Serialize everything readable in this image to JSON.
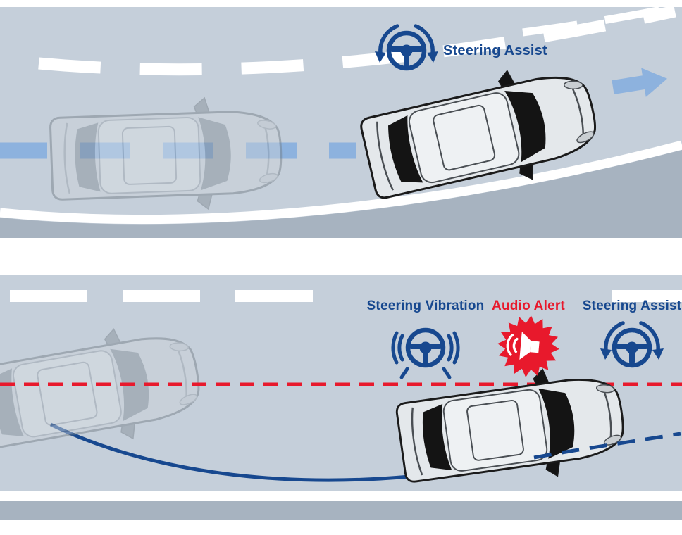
{
  "colors": {
    "deep_blue": "#17488f",
    "light_blue": "#8db2de",
    "alert_red": "#e8192c",
    "panel_background": "#c5cfda",
    "road_shoulder_gray": "#a7b3c0",
    "lane_marking_white": "#ffffff"
  },
  "top_panel": {
    "steering_assist_label": "Steering Assist",
    "icons": {
      "steering_assist": "steering-wheel-with-rotation-arrows-icon",
      "direction_arrow": "blue-forward-arrow-icon"
    }
  },
  "bottom_panel": {
    "steering_vibration_label": "Steering Vibration",
    "audio_alert_label": "Audio Alert",
    "steering_assist_label": "Steering Assist",
    "icons": {
      "steering_vibration": "steering-wheel-with-vibration-waves-icon",
      "audio_alert": "speaker-in-red-starburst-icon",
      "steering_assist": "steering-wheel-with-rotation-arrows-icon"
    }
  }
}
